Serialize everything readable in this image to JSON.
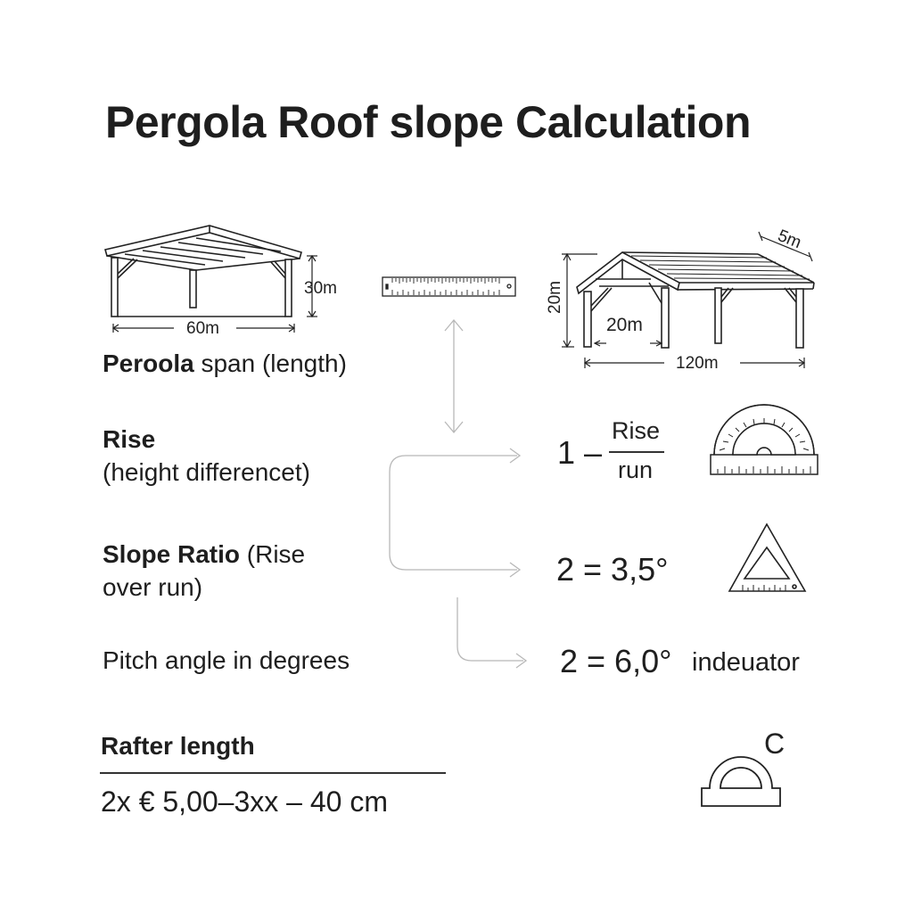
{
  "title": "Pergola Roof slope Calculation",
  "diagram_left": {
    "height_label": "30m",
    "width_label": "60m"
  },
  "diagram_right": {
    "height_label": "20m",
    "bay_label": "20m",
    "length_label": "120m",
    "depth_label": "5m"
  },
  "labels": {
    "span_bold": "Peroola",
    "span_rest": " span (length)",
    "rise_bold": "Rise",
    "rise_rest": "(height differencet)",
    "slope_bold": "Slope Ratio",
    "slope_rest": " (Rise",
    "slope_rest2": "over run)",
    "pitch": "Pitch angle in degrees",
    "rafter": "Rafter length",
    "rafter_value": "2x € 5,00–3xx – 40 cm"
  },
  "formulas": {
    "ratio_prefix": "1 –",
    "ratio_numerator": "Rise",
    "ratio_denominator": "run",
    "slope_value": "2 = 3,5°",
    "pitch_value": "2 = 6,0°",
    "pitch_suffix": "indeuator",
    "protractor_mark": "C"
  },
  "icons": [
    "pergola-gable-icon",
    "pergola-long-icon",
    "ruler-icon",
    "protractor-icon",
    "set-square-icon",
    "protractor-simple-icon",
    "double-arrow-icon",
    "flow-arrow-icon"
  ],
  "colors": {
    "ink": "#1e1e1e",
    "arrow": "#b8b8b8",
    "background": "#ffffff"
  }
}
